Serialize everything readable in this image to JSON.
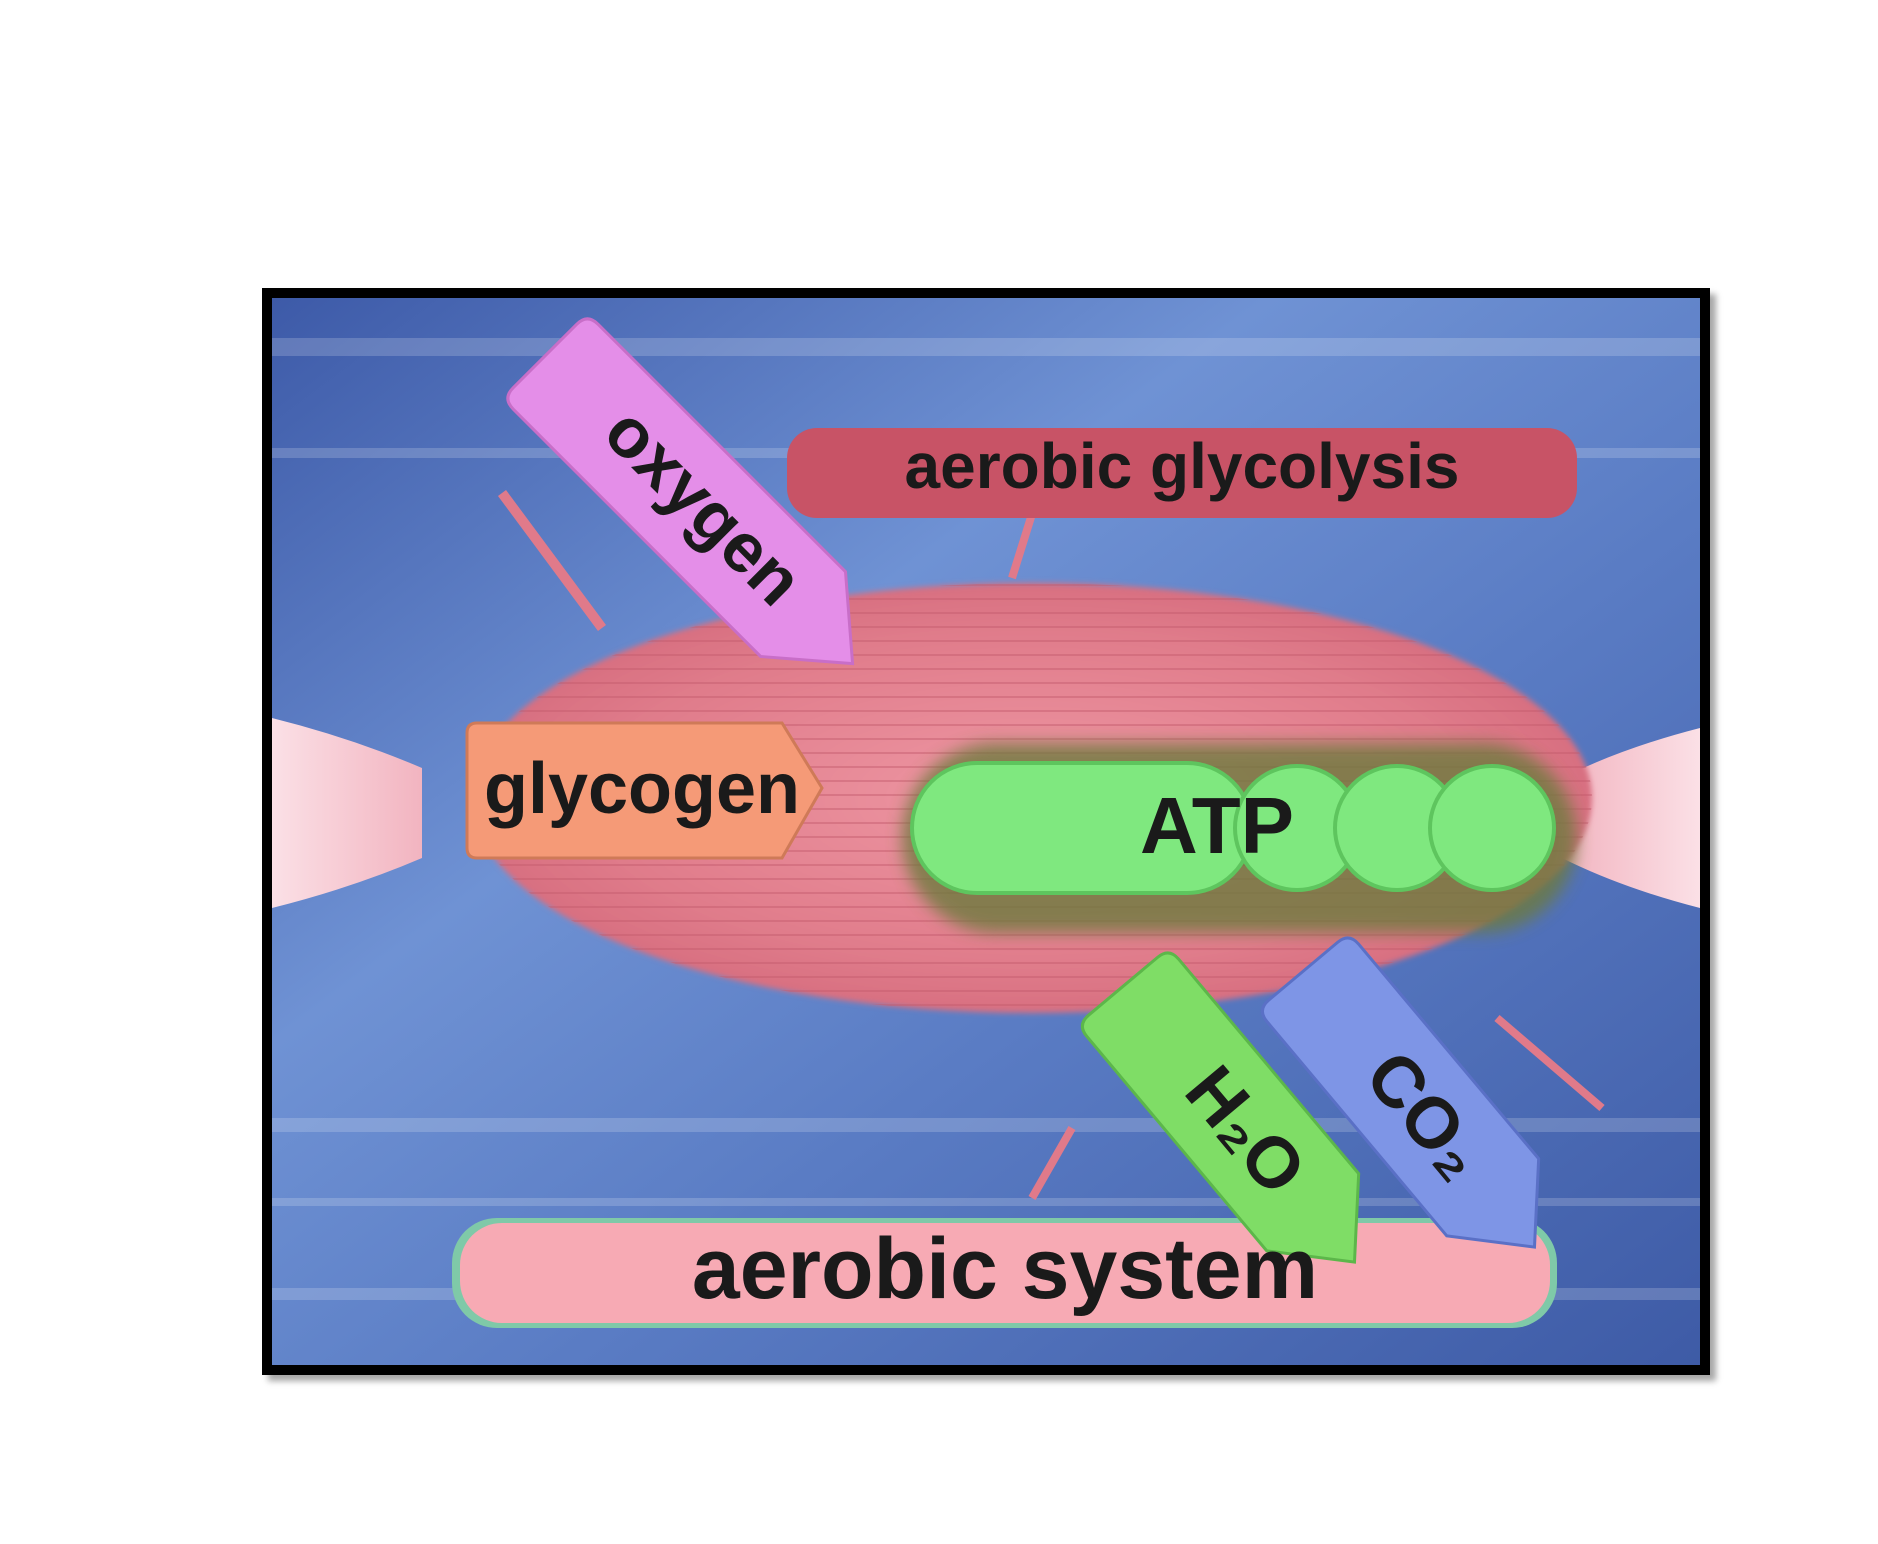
{
  "diagram": {
    "labels": {
      "top_banner": "aerobic glycolysis",
      "bottom_banner": "aerobic system",
      "input_arrow": "oxygen",
      "fuel_arrow": "glycogen",
      "product": "ATP",
      "output_water": "H₂O",
      "output_carbon_dioxide": "CO₂"
    },
    "colors": {
      "background": "#4f6fb5",
      "muscle": "#e5808e",
      "top_banner": "#c85366",
      "bottom_banner": "#f7aab4",
      "oxygen_arrow": "#e48ee8",
      "glycogen_arrow": "#f59a77",
      "atp": "#7fe87f",
      "h2o_arrow": "#7fdd66",
      "co2_arrow": "#7e95e6"
    }
  }
}
